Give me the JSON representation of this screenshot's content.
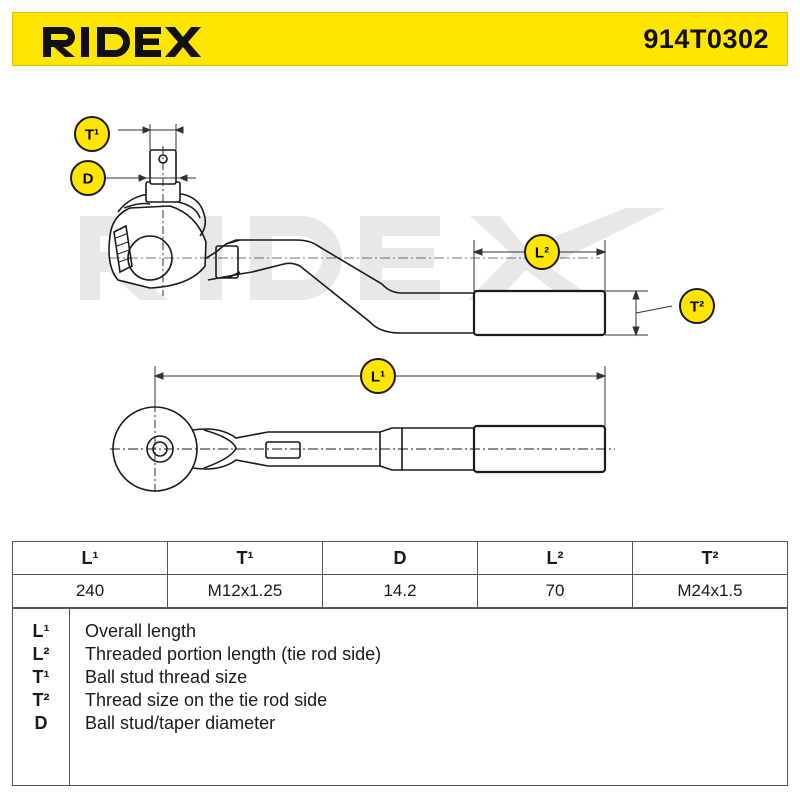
{
  "header": {
    "brand": "RIDEX",
    "part_number": "914T0302",
    "background_color": "#ffe600"
  },
  "drawing": {
    "watermark": "RIDEX",
    "callouts": {
      "t1": "T¹",
      "d": "D",
      "l2": "L²",
      "t2": "T²",
      "l1": "L¹"
    }
  },
  "spec_table": {
    "headers": [
      "L¹",
      "T¹",
      "D",
      "L²",
      "T²"
    ],
    "values": [
      "240",
      "M12x1.25",
      "14.2",
      "70",
      "M24x1.5"
    ]
  },
  "legend": [
    {
      "key": "L¹",
      "desc": "Overall length"
    },
    {
      "key": "L²",
      "desc": "Threaded portion length (tie rod side)"
    },
    {
      "key": "T¹",
      "desc": "Ball stud thread size"
    },
    {
      "key": "T²",
      "desc": "Thread size on the tie rod side"
    },
    {
      "key": "D",
      "desc": "Ball stud/taper diameter"
    }
  ]
}
